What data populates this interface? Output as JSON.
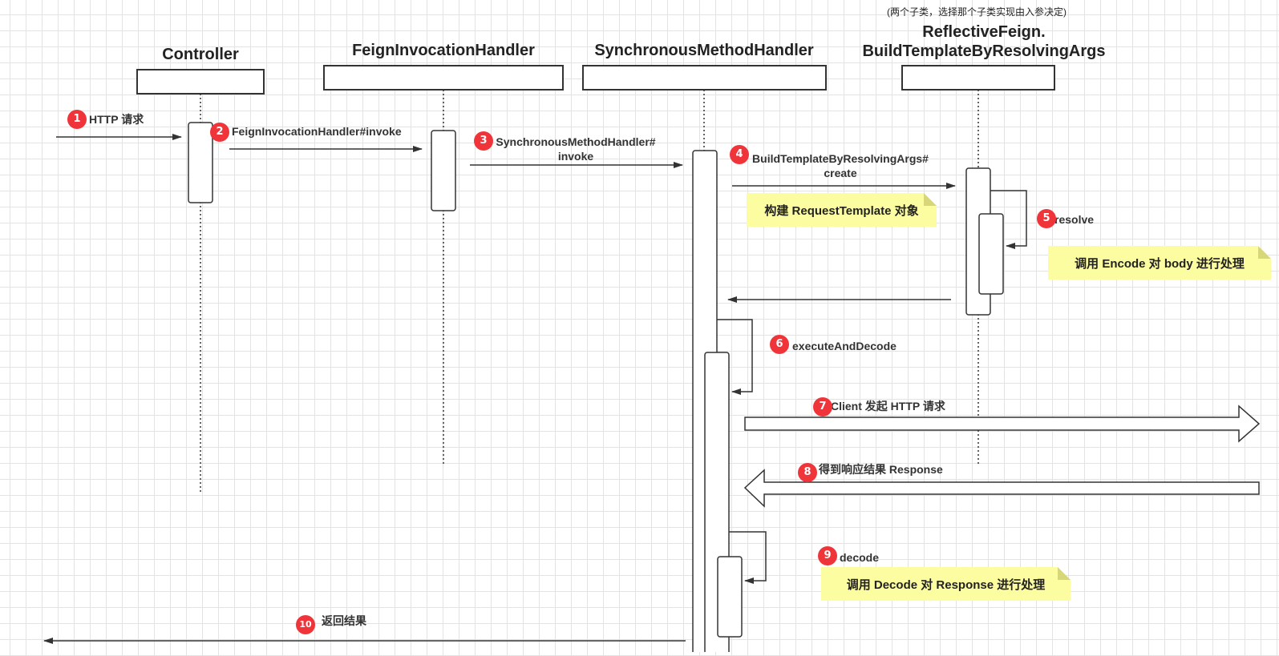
{
  "participant_note": "(两个子类，选择那个子类实现由入参决定)",
  "participants": [
    {
      "name": "Controller"
    },
    {
      "name": "FeignInvocationHandler"
    },
    {
      "name": "SynchronousMethodHandler"
    },
    {
      "name": "ReflectiveFeign.\nBuildTemplateByResolvingArgs"
    }
  ],
  "steps": [
    {
      "number": "1",
      "label": "HTTP 请求"
    },
    {
      "number": "2",
      "label": "FeignInvocationHandler#invoke"
    },
    {
      "number": "3",
      "label": "SynchronousMethodHandler#\ninvoke"
    },
    {
      "number": "4",
      "label": "BuildTemplateByResolvingArgs#\ncreate"
    },
    {
      "number": "5",
      "label": "resolve"
    },
    {
      "number": "6",
      "label": "executeAndDecode"
    },
    {
      "number": "7",
      "label": "Client 发起 HTTP 请求"
    },
    {
      "number": "8",
      "label": "得到响应结果 Response"
    },
    {
      "number": "9",
      "label": "decode"
    },
    {
      "number": "10",
      "label": "返回结果"
    }
  ],
  "notes": [
    {
      "text": "构建 RequestTemplate 对象"
    },
    {
      "text": "调用 Encode 对 body 进行处理"
    },
    {
      "text": "调用 Decode 对 Response 进行处理"
    }
  ],
  "colors": {
    "badge": "#f0353a",
    "note": "#fcfca0",
    "line": "#333333",
    "grid": "#e3e3e3"
  }
}
